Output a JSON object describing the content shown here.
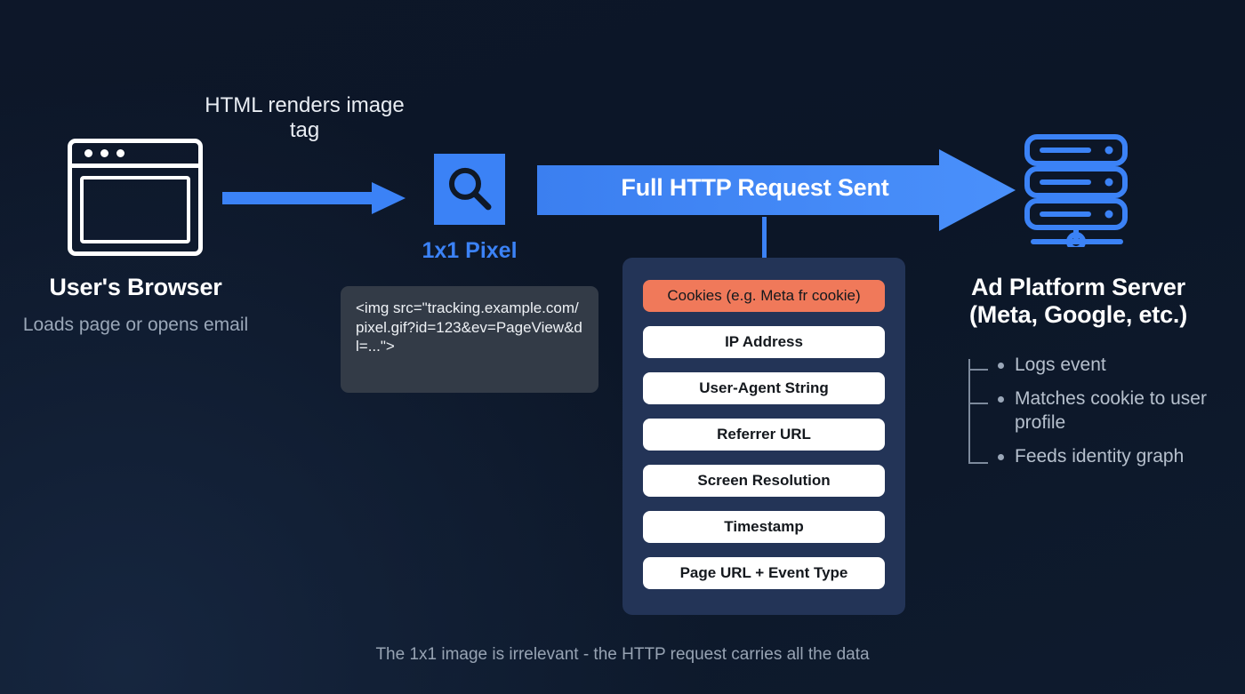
{
  "diagram": {
    "footer_note": "The 1x1 image is irrelevant - the HTTP request carries all the data"
  },
  "browser_node": {
    "title": "User's Browser",
    "subtitle": "Loads page or opens email",
    "icon": "browser-window-icon"
  },
  "edge_browser_to_pixel": {
    "label": "HTML renders image tag",
    "icon": "arrow-right-icon"
  },
  "pixel_node": {
    "label": "1x1 Pixel",
    "icon": "magnifier-icon",
    "color": "#3b82f6"
  },
  "code_snippet": {
    "text": "<img src=\"tracking.example.com/pixel.gif?id=123&ev=PageView&dl=...\">"
  },
  "edge_pixel_to_server": {
    "label": "Full HTTP Request Sent",
    "icon": "big-arrow-right-icon",
    "color": "#3b82f6"
  },
  "data_panel": {
    "items": [
      {
        "label": "Cookies (e.g. Meta fr cookie)",
        "highlight": true
      },
      {
        "label": "IP Address",
        "highlight": false
      },
      {
        "label": "User-Agent String",
        "highlight": false
      },
      {
        "label": "Referrer URL",
        "highlight": false
      },
      {
        "label": "Screen Resolution",
        "highlight": false
      },
      {
        "label": "Timestamp",
        "highlight": false
      },
      {
        "label": "Page URL + Event Type",
        "highlight": false
      }
    ],
    "highlight_color": "#f0795a",
    "panel_color": "#233457"
  },
  "server_node": {
    "title_line1": "Ad Platform Server",
    "title_line2": "(Meta, Google, etc.)",
    "icon": "server-rack-icon",
    "bullets": [
      "Logs event",
      "Matches cookie to user profile",
      "Feeds identity graph"
    ]
  }
}
